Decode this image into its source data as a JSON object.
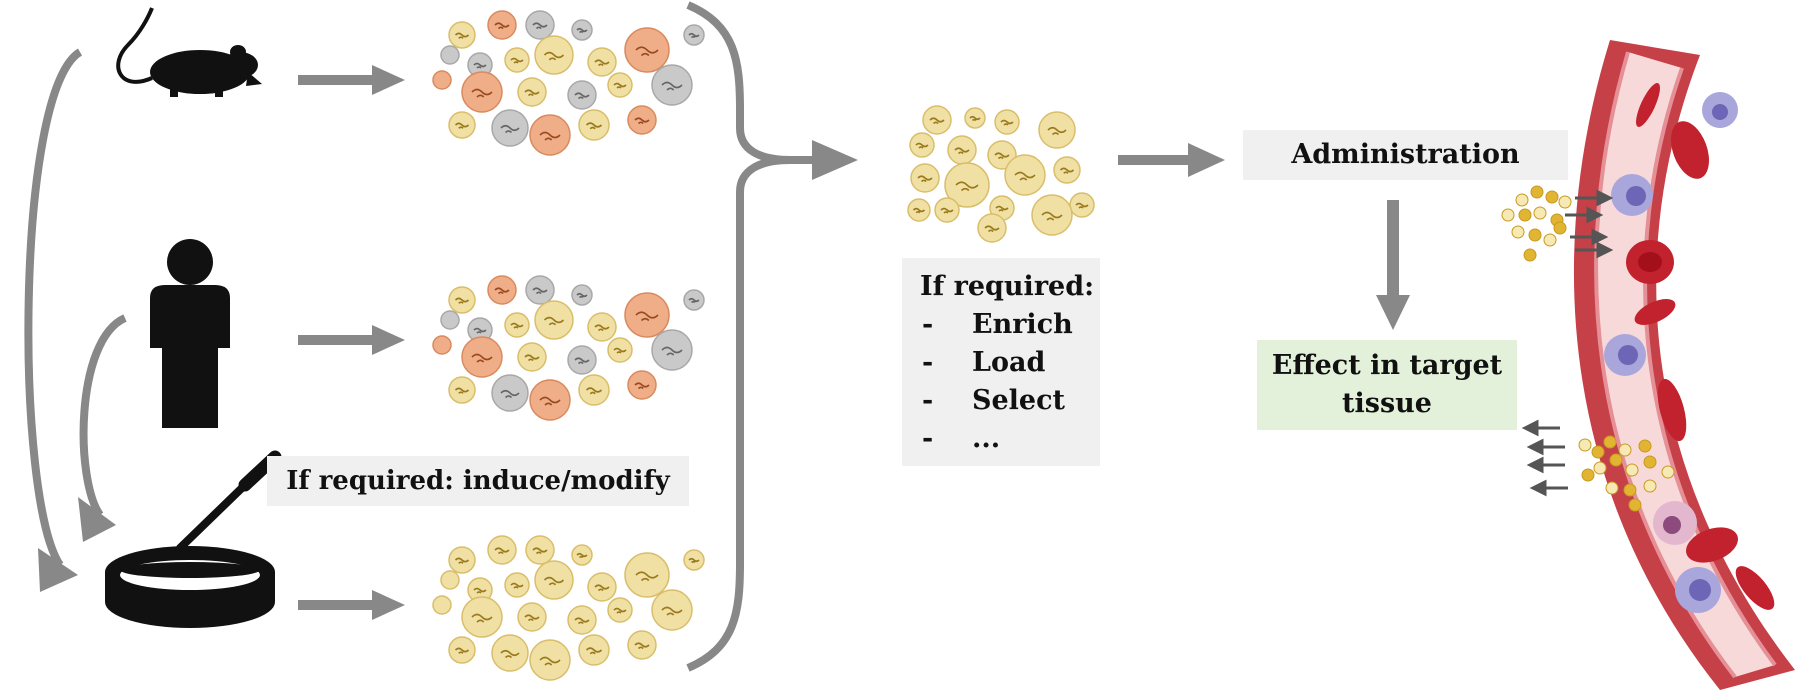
{
  "labels": {
    "induce": "If required: induce/modify",
    "required_title": "If required:",
    "steps": [
      "Enrich",
      "Load",
      "Select",
      "..."
    ],
    "step_bullet": "-",
    "administration": "Administration",
    "effect": "Effect in target tissue"
  },
  "colors": {
    "arrow": "#888888",
    "vesicle_yellow": "#f1e0a4",
    "vesicle_orange": "#efae88",
    "vesicle_grey": "#c9c9c9",
    "vessel_outer": "#c64048",
    "vessel_inner": "#f8d9d9",
    "red_blood_cell": "#c1222d",
    "leukocyte": "#a9a6dc",
    "effect_box": "#e3f1da",
    "label_box": "#f0f0f0"
  },
  "icons": [
    "mouse-icon",
    "person-icon",
    "petri-dish-icon",
    "pipette-icon",
    "blood-vessel-icon"
  ]
}
